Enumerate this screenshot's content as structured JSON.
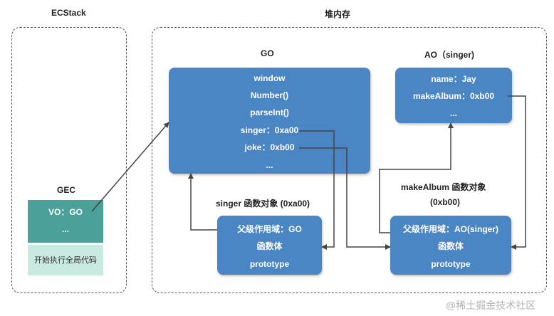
{
  "ecstack": {
    "title": "ECStack",
    "gec": {
      "title": "GEC",
      "vo": "VO：GO",
      "ellipsis": "...",
      "code": "开始执行全局代码"
    }
  },
  "heap": {
    "title": "堆内存",
    "go": {
      "title": "GO",
      "lines": [
        "window",
        "Number()",
        "parseInt()",
        "singer：0xa00",
        "joke：0xb00",
        "..."
      ]
    },
    "ao": {
      "title": "AO（singer)",
      "lines": [
        "name：Jay",
        "makeAlbum：0xb00",
        "..."
      ]
    },
    "singer_fn": {
      "title": "singer 函数对象 (0xa00)",
      "lines": [
        "父级作用域：GO",
        "函数体",
        "prototype"
      ]
    },
    "make_album_fn": {
      "title_line1": "makeAlbum 函数对象",
      "title_line2": "(0xb00)",
      "lines": [
        "父级作用域：AO(singer)",
        "函数体",
        "prototype"
      ]
    }
  },
  "watermark": "@稀土掘金技术社区",
  "colors": {
    "box_blue": "#4a86c4",
    "gec_teal": "#4ba099",
    "gec_mint": "#c9eae1",
    "arrow": "#444444"
  }
}
